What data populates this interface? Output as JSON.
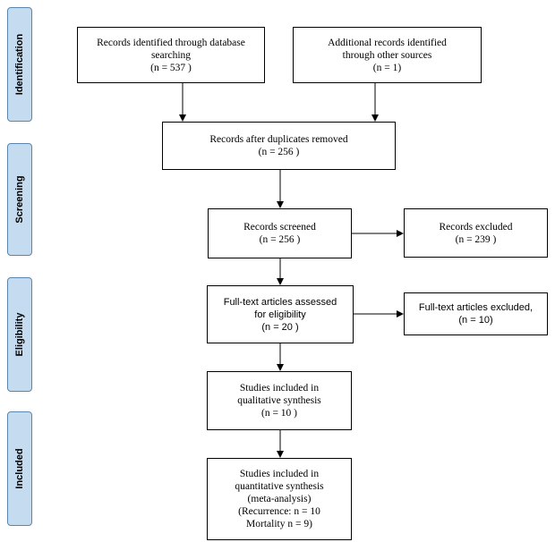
{
  "phases": {
    "identification": "Identification",
    "screening": "Screening",
    "eligibility": "Eligibility",
    "included": "Included"
  },
  "boxes": {
    "database": {
      "line1": "Records identified through database",
      "line2": "searching",
      "line3": "(n = 537 )"
    },
    "other": {
      "line1": "Additional records identified",
      "line2": "through other sources",
      "line3": "(n = 1)"
    },
    "duplicates": {
      "line1": "Records after duplicates removed",
      "line2": "(n = 256 )"
    },
    "screened": {
      "line1": "Records screened",
      "line2": "(n = 256 )"
    },
    "excluded": {
      "line1": "Records excluded",
      "line2": "(n = 239 )"
    },
    "fulltext": {
      "line1": "Full-text articles assessed",
      "line2": "for eligibility",
      "line3": "(n = 20 )"
    },
    "fulltext_excluded": {
      "line1": "Full-text articles excluded,",
      "line2": "(n = 10)"
    },
    "qualitative": {
      "line1": "Studies included in",
      "line2": "qualitative synthesis",
      "line3": "(n = 10 )"
    },
    "quantitative": {
      "line1": "Studies included in",
      "line2": "quantitative synthesis",
      "line3": "(meta-analysis)",
      "line4": "(Recurrence: n = 10",
      "line5": "Mortality n = 9)"
    }
  }
}
